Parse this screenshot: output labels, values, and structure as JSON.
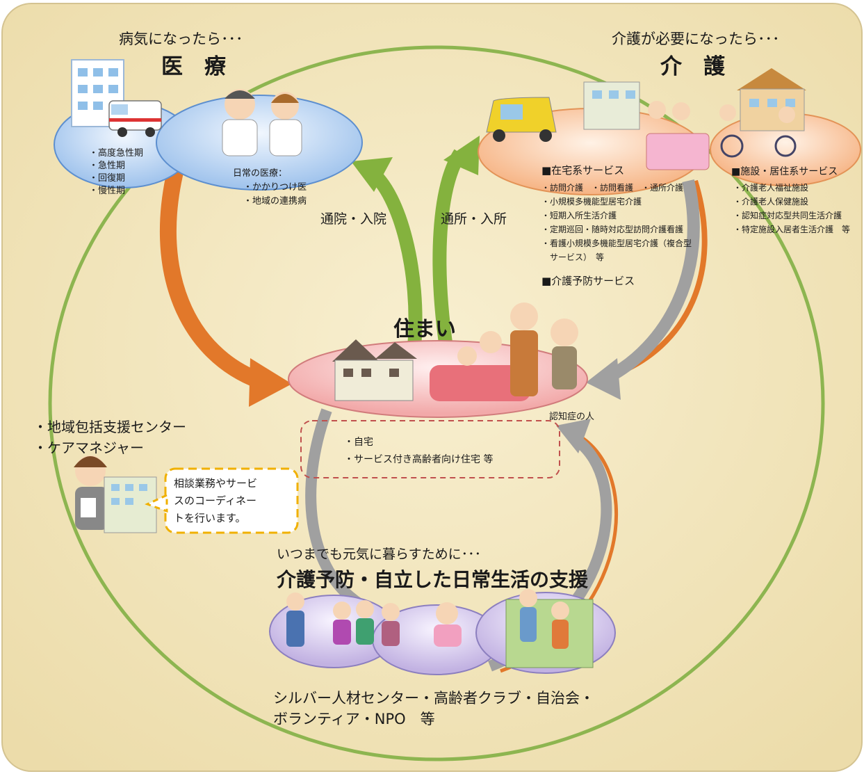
{
  "medical": {
    "lead": "病気になったら･･･",
    "title": "医　療",
    "acute_list": [
      "・高度急性期",
      "・急性期",
      "・回復期",
      "・慢性期"
    ],
    "daily_title": "日常の医療：",
    "daily_items": [
      "・かかりつけ医",
      "・地域の連携病"
    ]
  },
  "care": {
    "lead": "介護が必要になったら･･･",
    "title": "介　護",
    "home_heading": "■在宅系サービス",
    "home_items": [
      "・訪問介護　・訪問看護　・通所介護",
      "・小規模多機能型居宅介護",
      "・短期入所生活介護",
      "・定期巡回・随時対応型訪問介護看護",
      "・看護小規模多機能型居宅介護（複合型",
      "　サービス）　等"
    ],
    "prevention_heading": "■介護予防サービス",
    "facility_heading": "■施設・居住系サービス",
    "facility_items": [
      "・介護老人福祉施設",
      "・介護老人保健施設",
      "・認知症対応型共同生活介護",
      "・特定施設入居者生活介護　等"
    ]
  },
  "arrows": {
    "hospital": "通院・入院",
    "facility": "通所・入所"
  },
  "housing": {
    "title": "住まい",
    "dementia_label": "認知症の人",
    "items": [
      "・自宅",
      "・サービス付き高齢者向け住宅 等"
    ]
  },
  "support": {
    "items": [
      "・地域包括支援センター",
      "・ケアマネジャー"
    ],
    "bubble": "相談業務やサービ\nスのコーディネー\nトを行います。"
  },
  "prevention": {
    "lead": "いつまでも元気に暮らすために･･･",
    "title": "介護予防・自立した日常生活の支援",
    "orgs_line1": "シルバー人材センター・高齢者クラブ・自治会・",
    "orgs_line2": "ボランティア・NPO　等"
  },
  "colors": {
    "background": "#f3e6bf",
    "ring": "#8db550",
    "medical_ellipse": "#a9c9ee",
    "care_ellipse": "#f8bd8f",
    "housing_ellipse": "#f6b5b5",
    "prevention_ellipse": "#c7b8e4",
    "orange_arrow": "#e2782a",
    "green_arrow": "#84b23e",
    "gray_arrow": "#9c9c9c"
  }
}
